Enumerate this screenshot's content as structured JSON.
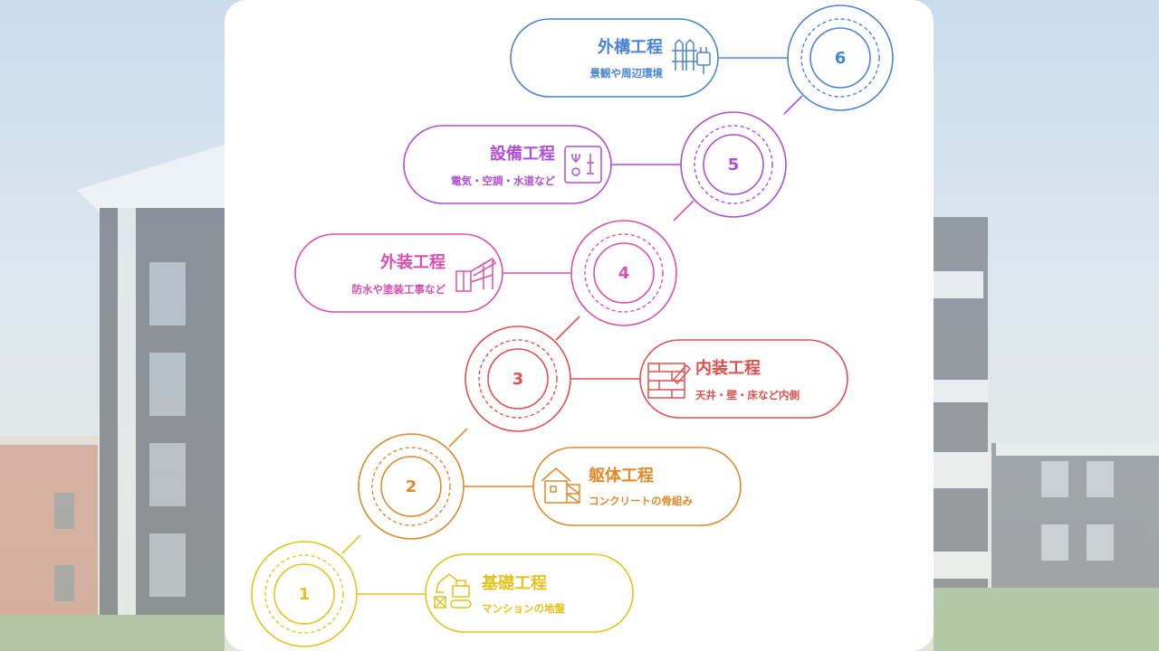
{
  "steps": [
    {
      "number": "1",
      "title": "基礎工程",
      "subtitle": "マンションの地盤",
      "color": "#e6c21e",
      "icon": "excavator-icon"
    },
    {
      "number": "2",
      "title": "躯体工程",
      "subtitle": "コンクリートの骨組み",
      "color": "#e0892a",
      "icon": "house-frame-scaffold-icon"
    },
    {
      "number": "3",
      "title": "内装工程",
      "subtitle": "天井・壁・床など内側",
      "color": "#e0504e",
      "icon": "brick-wall-trowel-icon"
    },
    {
      "number": "4",
      "title": "外装工程",
      "subtitle": "防水や塗装工事など",
      "color": "#d94fb0",
      "icon": "scaffold-slide-icon"
    },
    {
      "number": "5",
      "title": "設備工程",
      "subtitle": "電気・空調・水道など",
      "color": "#b04fd6",
      "icon": "electrical-panel-icon"
    },
    {
      "number": "6",
      "title": "外構工程",
      "subtitle": "景観や周辺環境",
      "color": "#4a84d8",
      "icon": "fence-plug-icon"
    }
  ]
}
